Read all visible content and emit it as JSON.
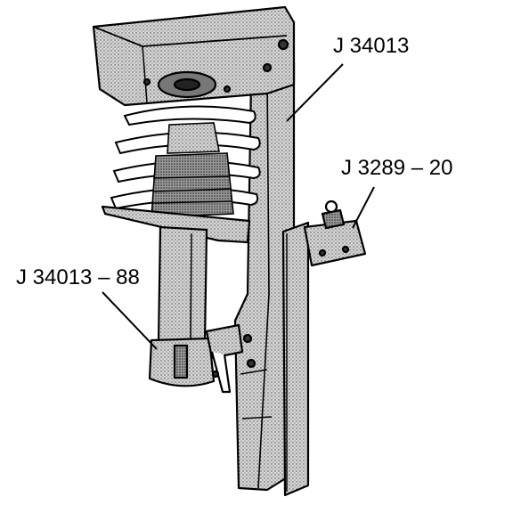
{
  "callouts": {
    "holding_fixture": "J 34013",
    "vise_mount": "J 3289 – 20",
    "strut_adapter": "J 34013 – 88"
  },
  "colors": {
    "ink": "#000000",
    "paper": "#ffffff",
    "stipple_fill": "#bdbdbd"
  }
}
